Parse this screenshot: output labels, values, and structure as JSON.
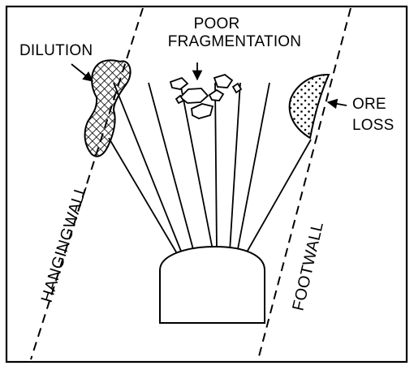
{
  "labels": {
    "dilution": "DILUTION",
    "poor_line1": "POOR",
    "poor_line2": "FRAGMENTATION",
    "ore_line1": "ORE",
    "ore_line2": "LOSS",
    "hangingwall": "HANGINGWALL",
    "footwall": "FOOTWALL"
  },
  "colors": {
    "ink": "#000000",
    "background": "#ffffff"
  }
}
